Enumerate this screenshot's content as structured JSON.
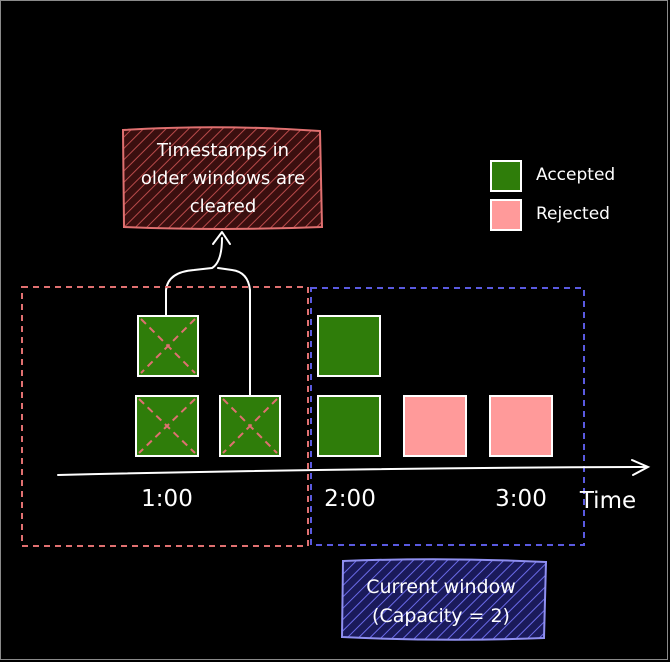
{
  "old_windows_note": {
    "lines": [
      "Timestamps in",
      "older windows are",
      "cleared"
    ]
  },
  "legend": {
    "accepted_label": "Accepted",
    "rejected_label": "Rejected"
  },
  "axis": {
    "tick_1": "1:00",
    "tick_2": "2:00",
    "tick_3": "3:00",
    "axis_label": "Time"
  },
  "current_window_note": {
    "line_1": "Current window",
    "line_2": "(Capacity = 2)"
  },
  "colors": {
    "accepted": "#2f7d0a",
    "rejected": "#ff9a9a",
    "old_window": "#e07070",
    "current_window": "#5a5ae0",
    "note_old_bg": "#7a2a2a",
    "note_current_bg": "#5a5ae0"
  }
}
